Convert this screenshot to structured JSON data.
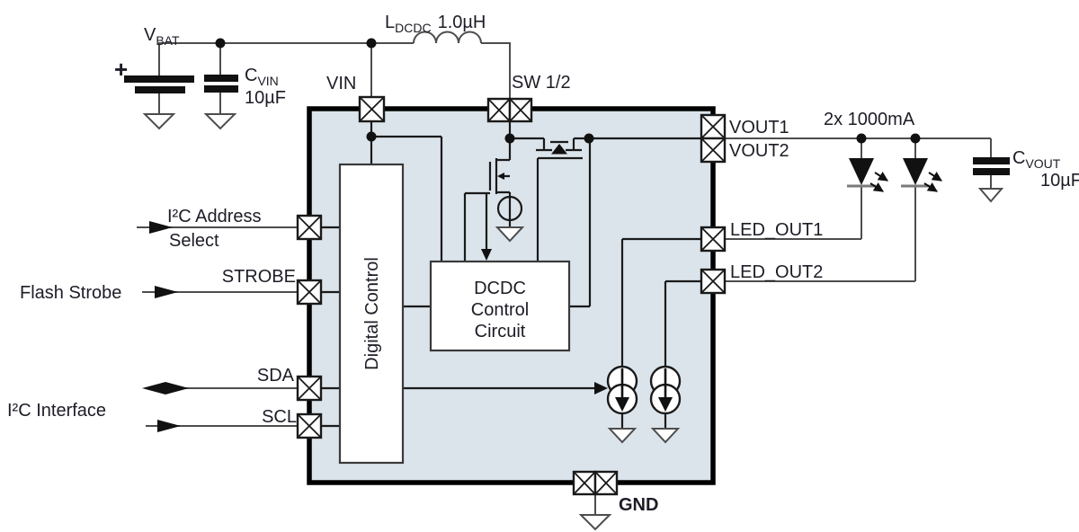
{
  "diagram": {
    "power_input": {
      "plus_sign": "+",
      "vbat": {
        "main": "V",
        "sub": "BAT"
      },
      "cvin": {
        "main": "C",
        "sub": "VIN",
        "value": "10µF"
      }
    },
    "inductor": {
      "main": "L",
      "sub": "DCDC",
      "value": "1.0µH"
    },
    "pins": {
      "vin": "VIN",
      "sw": "SW 1/2",
      "vout1": "VOUT1",
      "vout2": "VOUT2",
      "led_out1": "LED_OUT1",
      "led_out2": "LED_OUT2",
      "strobe": "STROBE",
      "sda": "SDA",
      "scl": "SCL",
      "gnd": "GND"
    },
    "outputs": {
      "led_rating": "2x 1000mA",
      "cvout": {
        "main": "C",
        "sub": "VOUT",
        "value": "10µF"
      }
    },
    "inputs": {
      "i2c_address_line1": "I²C Address",
      "i2c_address_line2": "Select",
      "flash_strobe": "Flash Strobe",
      "i2c_interface": "I²C Interface"
    },
    "blocks": {
      "digital_control": "Digital Control",
      "dcdc_line1": "DCDC",
      "dcdc_line2": "Control",
      "dcdc_line3": "Circuit"
    },
    "colors": {
      "ic_fill": "#dbe4eb",
      "wire": "#4d4d4d",
      "text": "#1c1c26"
    }
  }
}
